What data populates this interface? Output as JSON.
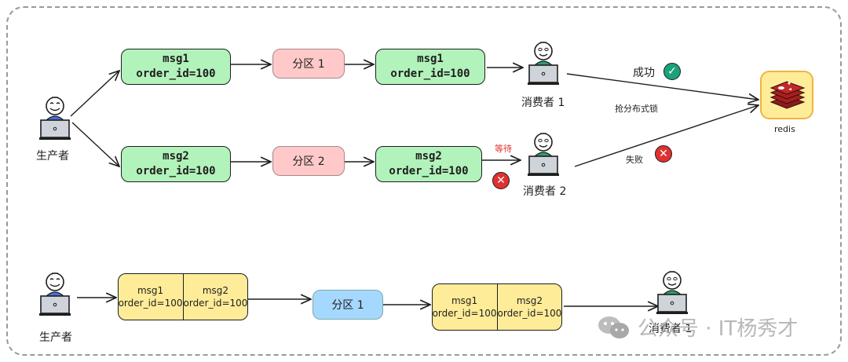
{
  "colors": {
    "msg_green": "#b2f2bb",
    "partition_red": "#ffc9c9",
    "partition_blue": "#a5d8ff",
    "msg_yellow": "#ffec99",
    "success": "#1aa37a",
    "failure": "#e03131",
    "wait_text": "#e03131",
    "producer_shirt": "#4a6fdc",
    "consumer_shirt": "#2f9e6b"
  },
  "top": {
    "producer": {
      "label": "生产者",
      "icon": "person-laptop-icon"
    },
    "msg1": {
      "line1": "msg1",
      "line2": "order_id=100"
    },
    "msg2": {
      "line1": "msg2",
      "line2": "order_id=100"
    },
    "partition1": {
      "label": "分区 1"
    },
    "partition2": {
      "label": "分区 2"
    },
    "msg1_out": {
      "line1": "msg1",
      "line2": "order_id=100"
    },
    "msg2_out": {
      "line1": "msg2",
      "line2": "order_id=100"
    },
    "consumer1": {
      "label": "消费者 1",
      "icon": "person-laptop-icon"
    },
    "consumer2": {
      "label": "消费者 2",
      "icon": "person-laptop-icon"
    },
    "wait_label": "等待",
    "success_label": "成功",
    "fail_label": "失败",
    "lock_label": "抢分布式锁",
    "redis_label": "redis",
    "success_icon": "check-circle-icon",
    "fail_icon": "x-circle-icon"
  },
  "bottom": {
    "producer": {
      "label": "生产者",
      "icon": "person-laptop-icon"
    },
    "batch_in": [
      {
        "line1": "msg1",
        "line2": "order_id=100"
      },
      {
        "line1": "msg2",
        "line2": "order_id=100"
      }
    ],
    "partition1": {
      "label": "分区 1"
    },
    "batch_out": [
      {
        "line1": "msg1",
        "line2": "order_id=100"
      },
      {
        "line1": "msg2",
        "line2": "order_id=100"
      }
    ],
    "consumer1": {
      "label": "消费者 1",
      "icon": "person-laptop-icon"
    }
  },
  "watermark": {
    "text": "公众号 · IT杨秀才",
    "icon": "wechat-icon"
  }
}
